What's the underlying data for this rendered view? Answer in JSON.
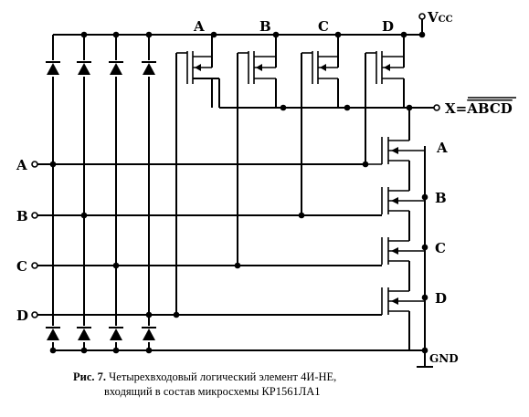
{
  "labels": {
    "top_inputs": [
      "A",
      "B",
      "C",
      "D"
    ],
    "vcc_main": "V",
    "vcc_sub": "CC",
    "output_prefix": "X=",
    "output_expr": "ABCD",
    "left_inputs": [
      "A",
      "B",
      "C",
      "D"
    ],
    "right_inputs": [
      "A",
      "B",
      "C",
      "D"
    ],
    "gnd": "GND"
  },
  "caption": {
    "figure_number": "Рис. 7.",
    "line1": "Четырехвходовый логический элемент 4И-НЕ,",
    "line2": "входящий в состав микросхемы  КР1561ЛА1"
  },
  "colors": {
    "ink": "#000000",
    "paper": "#ffffff"
  }
}
